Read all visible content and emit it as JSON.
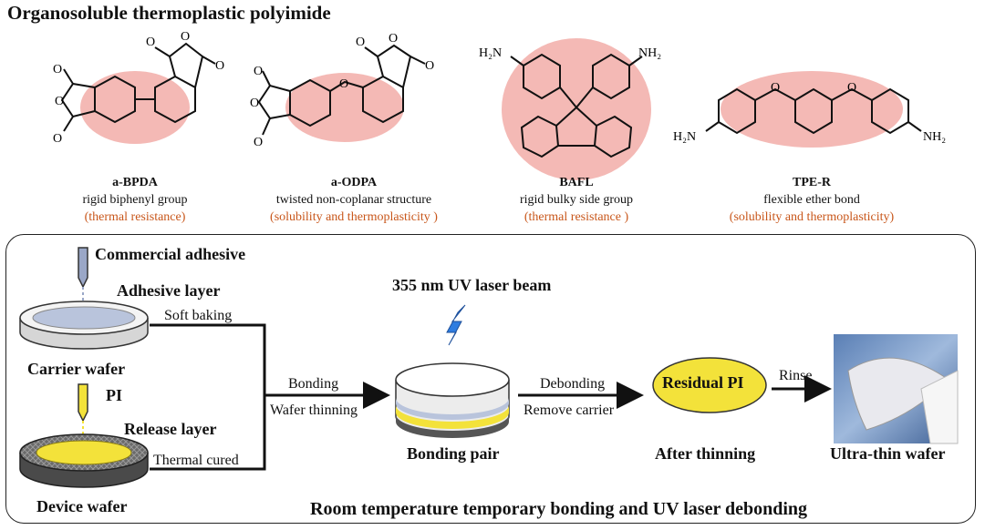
{
  "title": "Organosoluble thermoplastic polyimide",
  "monomers": [
    {
      "name": "a-BPDA",
      "description": "rigid biphenyl group",
      "property": "(thermal resistance)"
    },
    {
      "name": "a-ODPA",
      "description": "twisted non-coplanar structure",
      "property": "(solubility and thermoplasticity )"
    },
    {
      "name": "BAFL",
      "description": "rigid bulky side group",
      "property": "(thermal resistance )"
    },
    {
      "name": "TPE-R",
      "description": "flexible ether bond",
      "property": "(solubility and thermoplasticity)"
    }
  ],
  "atoms": {
    "o": "O",
    "h2n": "H₂N",
    "nh2": "NH₂"
  },
  "process": {
    "commercial_adhesive": "Commercial adhesive",
    "adhesive_layer": "Adhesive layer",
    "soft_baking": "Soft baking",
    "carrier_wafer": "Carrier wafer",
    "pi": "PI",
    "release_layer": "Release layer",
    "thermal_cured": "Thermal cured",
    "device_wafer": "Device wafer",
    "bonding": "Bonding",
    "wafer_thinning": "Wafer thinning",
    "uv_laser": "355 nm UV laser beam",
    "bonding_pair": "Bonding pair",
    "debonding": "Debonding",
    "remove_carrier": "Remove carrier",
    "residual_pi": "Residual PI",
    "after_thinning": "After thinning",
    "rinse": "Rinse",
    "ultra_thin_wafer": "Ultra-thin wafer",
    "footer": "Room temperature temporary bonding and UV laser debonding"
  },
  "colors": {
    "highlight": "#f4b9b5",
    "property_text": "#c8561a",
    "pi_yellow": "#f3e23a",
    "adhesive": "#b9c4dc"
  }
}
